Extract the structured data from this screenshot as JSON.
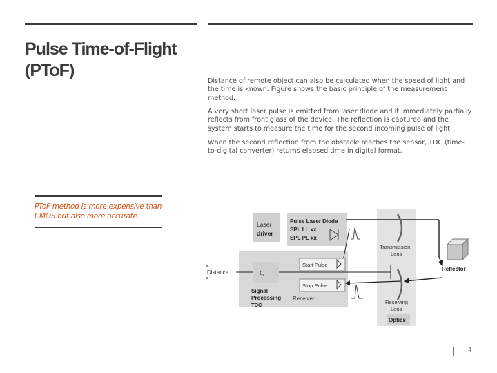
{
  "slide": {
    "title_line1": "Pulse Time-of-Flight",
    "title_line2": "(PToF)",
    "paragraphs": [
      "Distance of remote object can also be calculated when the speed of light and the time is known. Figure shows the basic principle of the measurement method.",
      "A very short laser pulse is emitted from laser diode and it immediately partially reflects from front glass of the device. The reflection is captured and the system starts to measure the time for the second incoming pulse of light.",
      "When the second reflection from the obstacle reaches the sensor, TDC (time-to-digital converter) returns elapsed time in digital format."
    ],
    "callout": "PToF method is more expensive than CMOS but also more accurate.",
    "page_number": "4"
  },
  "diagram": {
    "laser_driver_line1": "Laser",
    "laser_driver_line2": "driver",
    "pulse_laser_diode_line1": "Pulse Laser Diode",
    "pulse_laser_diode_line2": "SPL LL xx",
    "pulse_laser_diode_line3": "SPL PL xx",
    "transmission_lens_line1": "Transmission",
    "transmission_lens_line2": "Lens",
    "reflector": "Reflector",
    "distance": "Distance",
    "tp_symbol": "t",
    "tp_subscript": "p",
    "start_pulse": "Start Pulse",
    "stop_pulse": "Stop Pulse",
    "signal_processing_line1": "Signal",
    "signal_processing_line2": "Processing",
    "signal_processing_line3": "TDC",
    "receiver": "Receiver",
    "receiving_lens_line1": "Receiving",
    "receiving_lens_line2": "Lens",
    "optics": "Optics"
  },
  "colors": {
    "title": "#3b3b3b",
    "body_text": "#4a4a4a",
    "callout": "#d4541a",
    "rule": "#3a3a3a"
  }
}
